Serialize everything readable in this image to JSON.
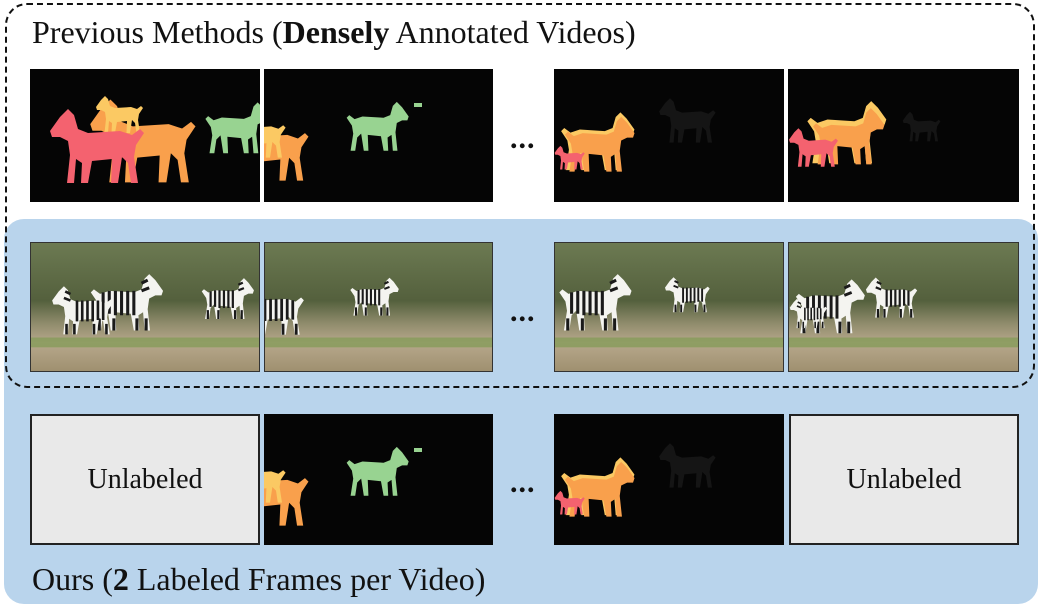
{
  "top_label": {
    "prefix": "Previous Methods (",
    "bold": "Densely",
    "suffix": " Annotated Videos)"
  },
  "bottom_label": {
    "prefix": "Ours (",
    "bold": "2",
    "suffix": " Labeled Frames per Video)"
  },
  "ellipsis": "...",
  "unlabeled_text": "Unlabeled",
  "colors": {
    "panel_blue": "#b9d4ec",
    "mask_red": "#f4626f",
    "mask_orange": "#f9a04c",
    "mask_yellow": "#fbc963",
    "mask_green": "#98d391",
    "mask_background": "#050505",
    "placeholder_gray": "#e9e9e9"
  }
}
